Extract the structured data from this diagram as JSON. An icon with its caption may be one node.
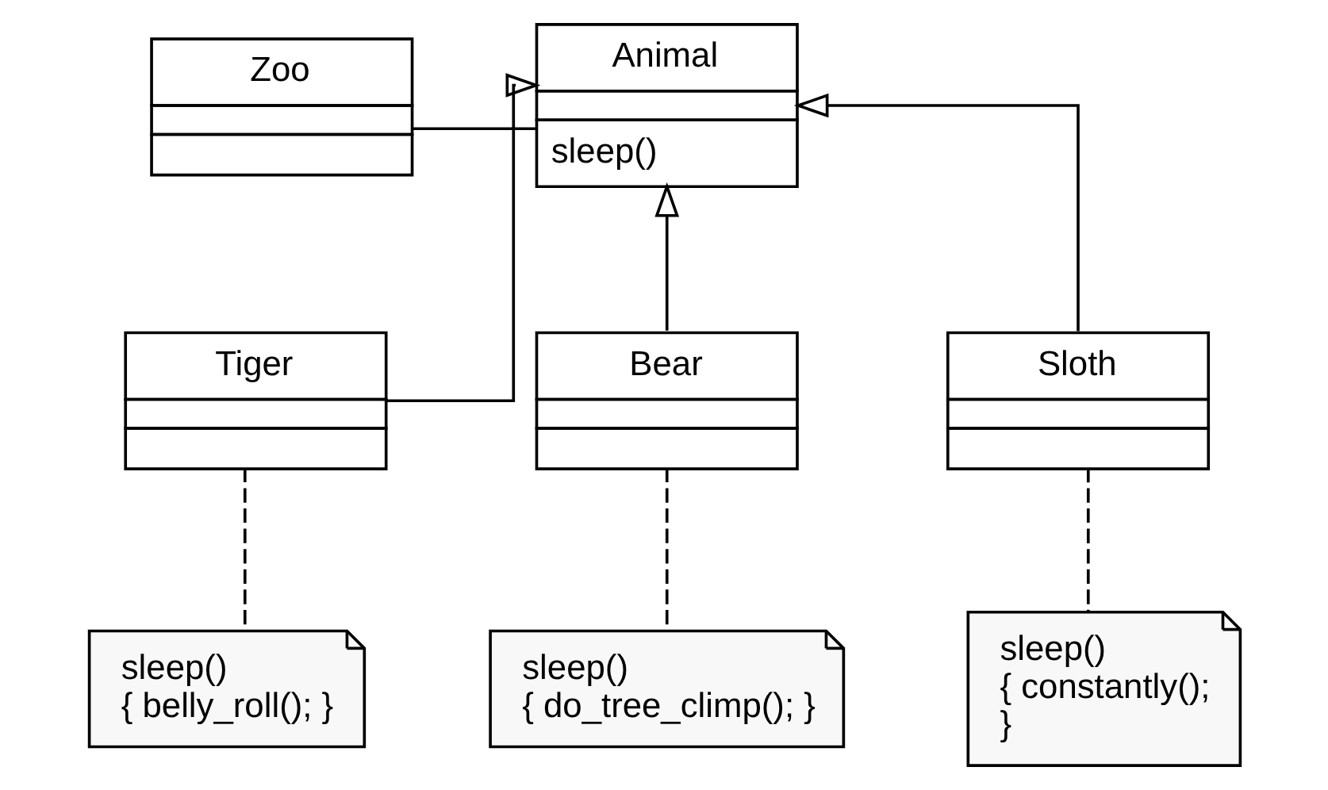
{
  "diagram": {
    "nodes": [
      {
        "text": [
          "Zoo"
        ]
      },
      {
        "text": [
          "Animal",
          "sleep()"
        ]
      },
      {
        "text": [
          "Tiger"
        ]
      },
      {
        "text": [
          "Bear"
        ]
      },
      {
        "text": [
          "Sloth"
        ]
      },
      {
        "text": [
          "sleep()",
          "{ belly_roll(); }"
        ]
      },
      {
        "text": [
          "sleep()",
          "{ do_tree_climp(); }"
        ]
      },
      {
        "text": [
          "sleep()",
          "{ constantly();",
          "}"
        ]
      }
    ],
    "edges": [
      {
        "from": 0,
        "to": 1,
        "arrow": "none"
      },
      {
        "from": 2,
        "to": 1,
        "arrow": "to"
      },
      {
        "from": 3,
        "to": 1,
        "arrow": "to"
      },
      {
        "from": 4,
        "to": 1,
        "arrow": "to"
      },
      {
        "from": 2,
        "to": 5,
        "arrow": "none",
        "style": "dashed"
      },
      {
        "from": 3,
        "to": 6,
        "arrow": "none",
        "style": "dashed"
      },
      {
        "from": 4,
        "to": 7,
        "arrow": "none",
        "style": "dashed"
      }
    ]
  }
}
